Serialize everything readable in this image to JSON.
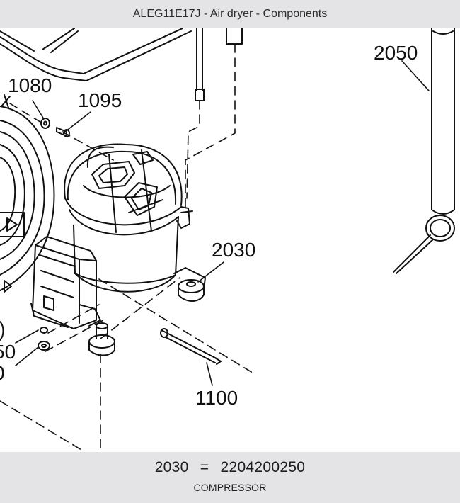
{
  "window": {
    "title": "ALEG11E17J - Air dryer - Components"
  },
  "diagram": {
    "callouts": {
      "c1080": "1080",
      "c1095": "1095",
      "c2050": "2050",
      "c2030": "2030",
      "c1100": "1100",
      "c_left_upper": "50",
      "c_left_lower": "0"
    }
  },
  "selection": {
    "part_number": "2030",
    "equals": "=",
    "article_number": "2204200250",
    "description": "COMPRESSOR"
  }
}
